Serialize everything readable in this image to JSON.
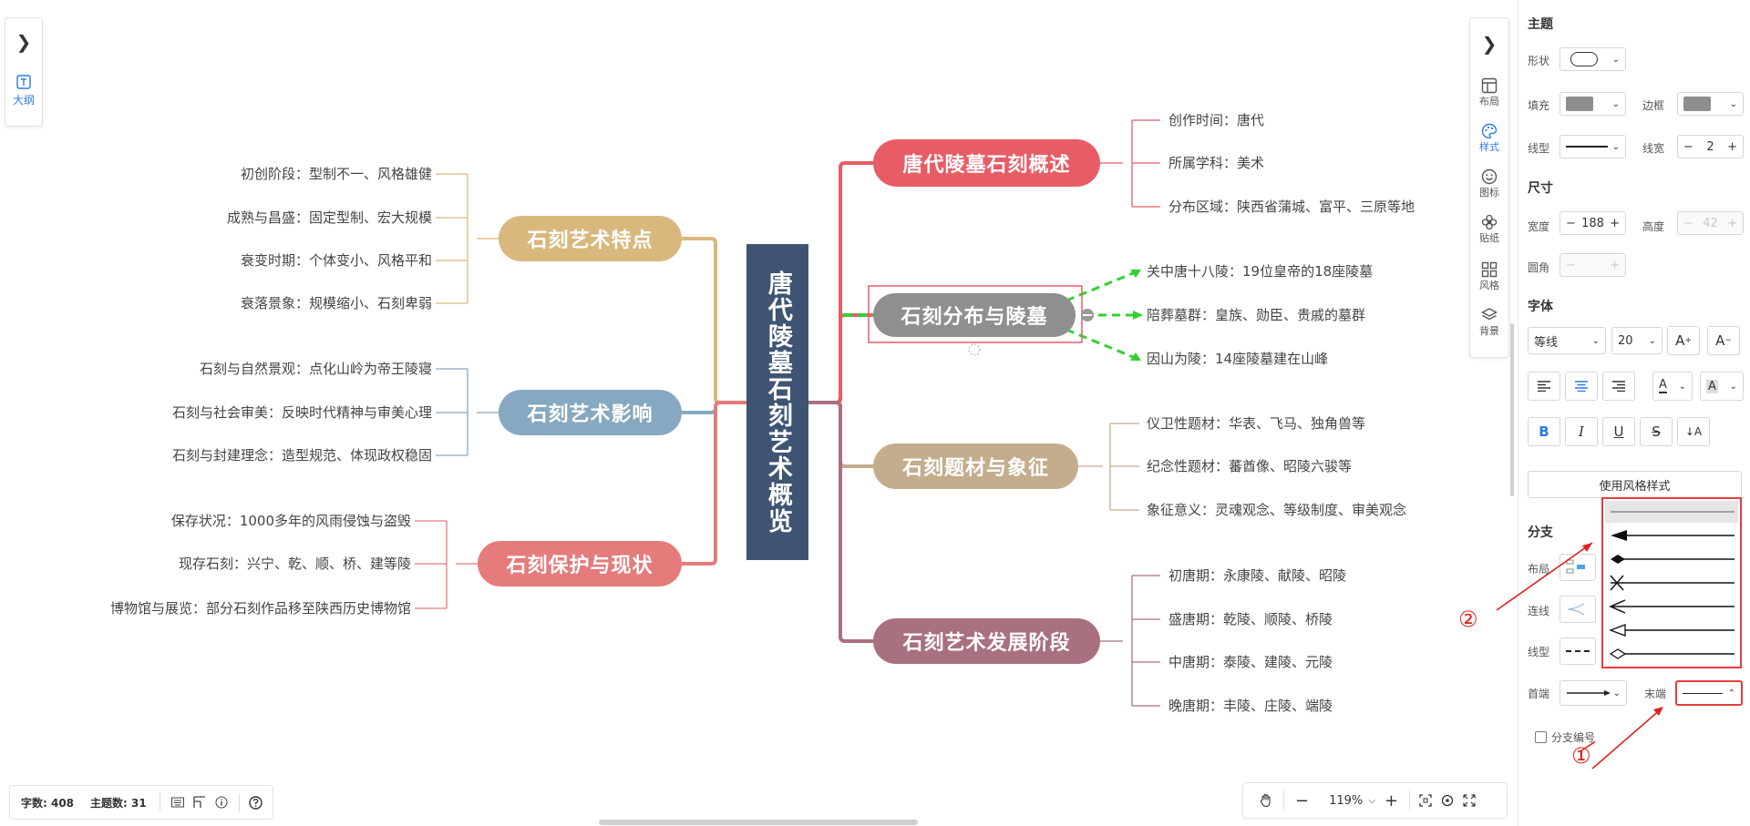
{
  "root": {
    "text": "唐代陵墓石刻艺术概览"
  },
  "right_branches": [
    {
      "title": "唐代陵墓石刻概述",
      "color": "#e85c66",
      "items": [
        "创作时间：唐代",
        "所属学科：美术",
        "分布区域：陕西省蒲城、富平、三原等地"
      ]
    },
    {
      "title": "石刻分布与陵墓",
      "color": "#8f8f8f",
      "items": [
        "关中唐十八陵：19位皇帝的18座陵墓",
        "陪葬墓群：皇族、勋臣、贵戚的墓群",
        "因山为陵：14座陵墓建在山峰"
      ]
    },
    {
      "title": "石刻题材与象征",
      "color": "#c3ad8d",
      "items": [
        "仪卫性题材：华表、飞马、独角兽等",
        "纪念性题材：蕃酋像、昭陵六骏等",
        "象征意义：灵魂观念、等级制度、审美观念"
      ]
    },
    {
      "title": "石刻艺术发展阶段",
      "color": "#a9707f",
      "items": [
        "初唐期：永康陵、献陵、昭陵",
        "盛唐期：乾陵、顺陵、桥陵",
        "中唐期：泰陵、建陵、元陵",
        "晚唐期：丰陵、庄陵、端陵"
      ]
    }
  ],
  "left_branches": [
    {
      "title": "石刻艺术特点",
      "color": "#d9b87e",
      "items": [
        "初创阶段：型制不一、风格雄健",
        "成熟与昌盛：固定型制、宏大规模",
        "衰变时期：个体变小、风格平和",
        "衰落景象：规模缩小、石刻卑弱"
      ]
    },
    {
      "title": "石刻艺术影响",
      "color": "#86a8c0",
      "items": [
        "石刻与自然景观：点化山岭为帝王陵寝",
        "石刻与社会审美：反映时代精神与审美心理",
        "石刻与封建理念：造型规范、体现政权稳固"
      ]
    },
    {
      "title": "石刻保护与现状",
      "color": "#e57b7b",
      "items": [
        "保存状况：1000多年的风雨侵蚀与盗毁",
        "现存石刻：兴宁、乾、顺、桥、建等陵",
        "博物馆与展览：部分石刻作品移至陕西历史博物馆"
      ]
    }
  ],
  "left_panel": {
    "outline_label": "大纲"
  },
  "right_strip": {
    "items": [
      "布局",
      "样式",
      "图标",
      "贴纸",
      "风格",
      "背景"
    ]
  },
  "props": {
    "topic_title": "主题",
    "shape_label": "形状",
    "fill_label": "填充",
    "border_label": "边框",
    "linetype_label": "线型",
    "linewidth_label": "线宽",
    "linewidth_value": "2",
    "size_title": "尺寸",
    "width_label": "宽度",
    "width_value": "188",
    "height_label": "高度",
    "height_value": "42",
    "radius_label": "圆角",
    "font_title": "字体",
    "font_family": "等线",
    "font_size": "20",
    "use_style_btn": "使用风格样式",
    "branch_title": "分支",
    "layout_label": "布局",
    "connect_label": "连线",
    "branch_linetype_label": "线型",
    "head_label": "首端",
    "tail_label": "末端",
    "branch_number_label": "分支编号",
    "fill_color": "#8e8e8e",
    "border_color": "#8e8e8e"
  },
  "status": {
    "word_count": "字数: 408",
    "topic_count": "主题数: 31"
  },
  "zoom": {
    "level": "119%"
  },
  "annotations": {
    "one": "①",
    "two": "②"
  }
}
